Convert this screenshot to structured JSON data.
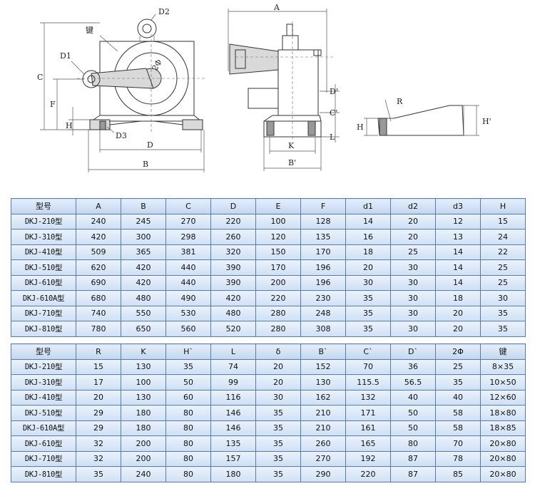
{
  "drawing": {
    "labels": {
      "A": "A",
      "B": "B",
      "C": "C",
      "D": "D",
      "F": "F",
      "K": "K",
      "L": "L",
      "H": "H",
      "R": "R",
      "D1": "D1",
      "D2": "D2",
      "D3": "D3",
      "key": "键",
      "twoPhi": "2Φ",
      "Dp": "D'",
      "Cp": "C'",
      "Bp": "B'",
      "Hp": "H'"
    }
  },
  "table1": {
    "headers": [
      "型号",
      "A",
      "B",
      "C",
      "D",
      "E",
      "F",
      "d1",
      "d2",
      "d3",
      "H"
    ],
    "rows": [
      [
        "DKJ-210型",
        "240",
        "245",
        "270",
        "220",
        "100",
        "128",
        "14",
        "20",
        "12",
        "15"
      ],
      [
        "DKJ-310型",
        "420",
        "300",
        "298",
        "260",
        "120",
        "135",
        "16",
        "20",
        "13",
        "24"
      ],
      [
        "DKJ-410型",
        "509",
        "365",
        "381",
        "320",
        "150",
        "170",
        "18",
        "25",
        "14",
        "22"
      ],
      [
        "DKJ-510型",
        "620",
        "420",
        "440",
        "390",
        "170",
        "196",
        "20",
        "30",
        "14",
        "25"
      ],
      [
        "DKJ-610型",
        "690",
        "420",
        "440",
        "390",
        "200",
        "196",
        "30",
        "30",
        "14",
        "25"
      ],
      [
        "DKJ-610A型",
        "680",
        "480",
        "490",
        "420",
        "220",
        "230",
        "35",
        "30",
        "18",
        "30"
      ],
      [
        "DKJ-710型",
        "740",
        "550",
        "530",
        "480",
        "280",
        "248",
        "35",
        "30",
        "20",
        "35"
      ],
      [
        "DKJ-810型",
        "780",
        "650",
        "560",
        "520",
        "280",
        "308",
        "35",
        "30",
        "20",
        "35"
      ]
    ]
  },
  "table2": {
    "headers": [
      "型号",
      "R",
      "K",
      "H`",
      "L",
      "δ",
      "B`",
      "C`",
      "D`",
      "2Φ",
      "键"
    ],
    "rows": [
      [
        "DKJ-210型",
        "15",
        "130",
        "35",
        "74",
        "20",
        "152",
        "70",
        "36",
        "25",
        "8×35"
      ],
      [
        "DKJ-310型",
        "17",
        "100",
        "50",
        "99",
        "20",
        "130",
        "115.5",
        "56.5",
        "35",
        "10×50"
      ],
      [
        "DKJ-410型",
        "20",
        "130",
        "60",
        "116",
        "30",
        "162",
        "132",
        "40",
        "40",
        "12×60"
      ],
      [
        "DKJ-510型",
        "29",
        "180",
        "80",
        "146",
        "35",
        "210",
        "171",
        "50",
        "58",
        "18×80"
      ],
      [
        "DKJ-610A型",
        "29",
        "180",
        "80",
        "146",
        "35",
        "210",
        "161",
        "50",
        "58",
        "18×85"
      ],
      [
        "DKJ-610型",
        "32",
        "200",
        "80",
        "135",
        "35",
        "260",
        "165",
        "80",
        "70",
        "20×80"
      ],
      [
        "DKJ-710型",
        "32",
        "200",
        "80",
        "157",
        "35",
        "270",
        "192",
        "87",
        "78",
        "20×80"
      ],
      [
        "DKJ-810型",
        "35",
        "240",
        "80",
        "180",
        "35",
        "290",
        "220",
        "87",
        "85",
        "20×80"
      ]
    ]
  }
}
